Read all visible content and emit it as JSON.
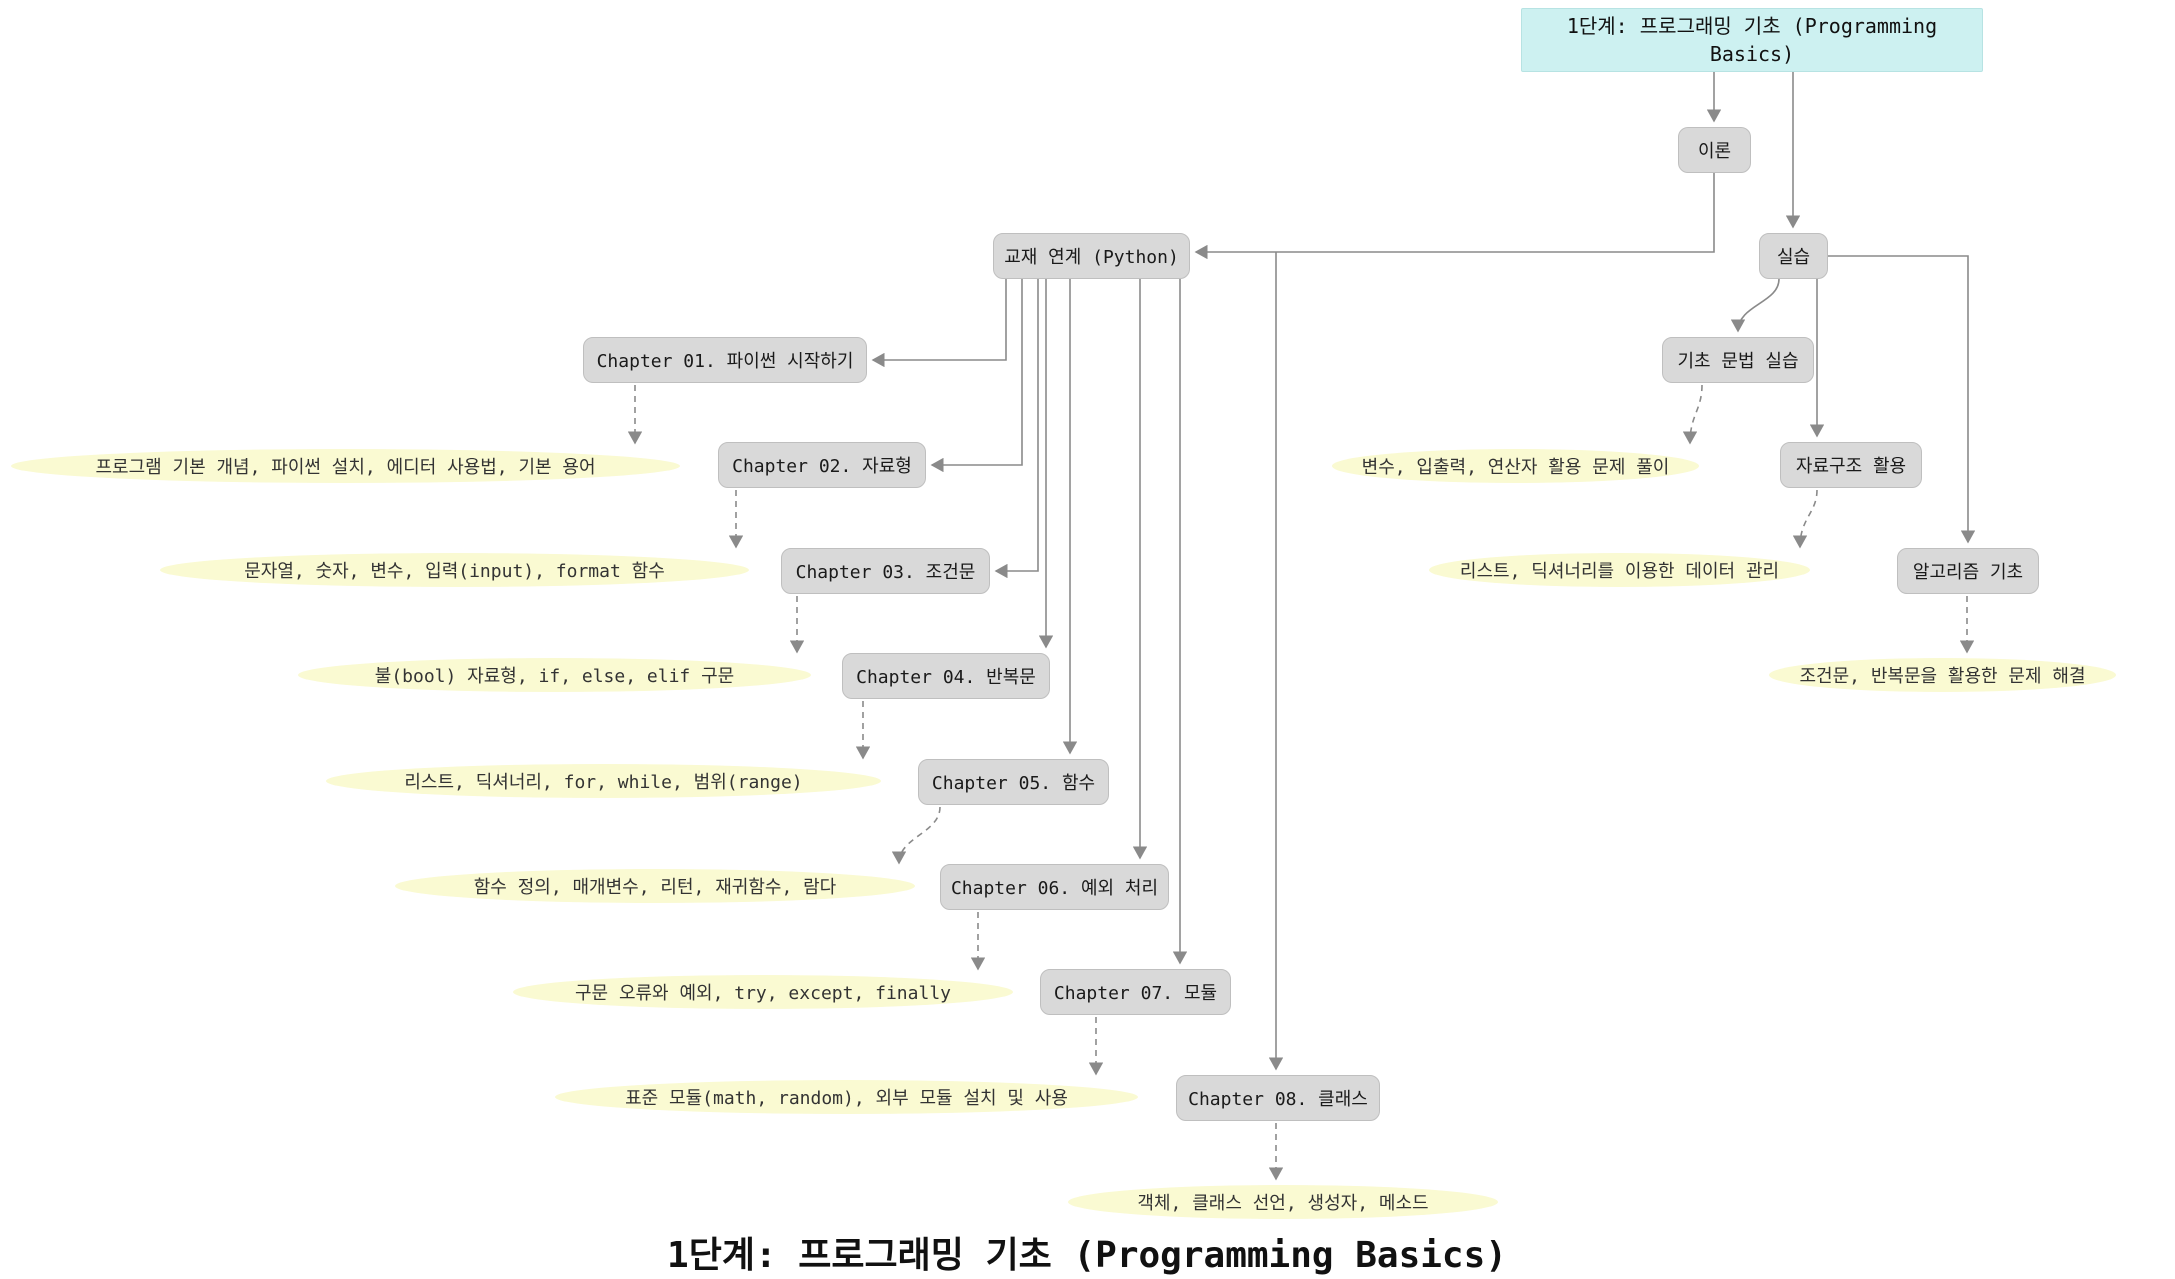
{
  "diagram": {
    "root": {
      "label": "1단계: 프로그래밍 기초 (Programming Basics)"
    },
    "theory": {
      "label": "이론"
    },
    "practice": {
      "label": "실습"
    },
    "textbook": {
      "label": "교재 연계 (Python)"
    },
    "chapters": [
      {
        "label": "Chapter 01. 파이썬 시작하기",
        "desc": "프로그램 기본 개념, 파이썬 설치, 에디터 사용법, 기본 용어"
      },
      {
        "label": "Chapter 02. 자료형",
        "desc": "문자열, 숫자, 변수, 입력(input), format 함수"
      },
      {
        "label": "Chapter 03. 조건문",
        "desc": "불(bool) 자료형, if, else, elif 구문"
      },
      {
        "label": "Chapter 04. 반복문",
        "desc": "리스트, 딕셔너리, for, while, 범위(range)"
      },
      {
        "label": "Chapter 05. 함수",
        "desc": "함수 정의, 매개변수, 리턴, 재귀함수, 람다"
      },
      {
        "label": "Chapter 06. 예외 처리",
        "desc": "구문 오류와 예외, try, except, finally"
      },
      {
        "label": "Chapter 07. 모듈",
        "desc": "표준 모듈(math, random), 외부 모듈 설치 및 사용"
      },
      {
        "label": "Chapter 08. 클래스",
        "desc": "객체, 클래스 선언, 생성자, 메소드"
      }
    ],
    "practice_topics": [
      {
        "label": "기초 문법 실습",
        "desc": "변수, 입출력, 연산자 활용 문제 풀이"
      },
      {
        "label": "자료구조 활용",
        "desc": "리스트, 딕셔너리를 이용한 데이터 관리"
      },
      {
        "label": "알고리즘 기초",
        "desc": "조건문, 반복문을 활용한 문제 해결"
      }
    ],
    "caption": "1단계: 프로그래밍 기초 (Programming Basics)",
    "colors": {
      "root_fill": "#cdf1f1",
      "node_fill": "#d9d9d9",
      "note_fill": "#fafad2",
      "edge": "#8a8a8a"
    }
  }
}
